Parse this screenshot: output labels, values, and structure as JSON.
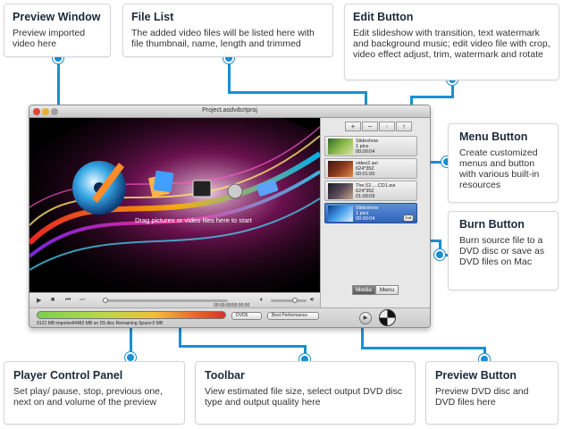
{
  "window": {
    "title": "Project.asdvdcrtproj",
    "drag_hint": "Drag pictures or video files here to start"
  },
  "file_list": {
    "buttons": [
      "+",
      "−",
      "‹",
      "↑"
    ],
    "items": [
      {
        "name": "Slideshow",
        "meta1": "1 pics",
        "meta2": "00:00:04",
        "selected": false
      },
      {
        "name": "video2.avi",
        "meta1": "624*352",
        "meta2": "00:01:00",
        "selected": false
      },
      {
        "name": "The.52.....CD1.avi",
        "meta1": "624*352",
        "meta2": "01:09:09",
        "selected": false
      },
      {
        "name": "Slideshow",
        "meta1": "1 pics",
        "meta2": "00:00:04",
        "selected": true,
        "edit_label": "Edit"
      }
    ]
  },
  "tabs": {
    "media": "Media",
    "menu": "Menu"
  },
  "player": {
    "time": "00:00:00/00:00:00"
  },
  "toolbar": {
    "size_text": "9122 MB imported/4482 MB on D5 disc  Remaining Space:0 MB",
    "disc_type": "DVD5",
    "quality": "Best Performance"
  },
  "callouts": {
    "preview_window": {
      "title": "Preview Window",
      "desc": "Preview imported video here"
    },
    "file_list": {
      "title": "File List",
      "desc": "The added video files will be listed here with file thumbnail, name, length and trimmed"
    },
    "edit_button": {
      "title": "Edit Button",
      "desc": "Edit slideshow with transition, text watermark and background music; edit video file with crop, video effect adjust, trim, watermark and rotate"
    },
    "menu_button": {
      "title": "Menu Button",
      "desc": "Create customized menus and button with various built-in resources"
    },
    "burn_button": {
      "title": "Burn Button",
      "desc": "Burn source file to a DVD disc or save as DVD files on Mac"
    },
    "player_control": {
      "title": "Player Control Panel",
      "desc": "Set play/ pause, stop, previous one, next on and volume of the preview"
    },
    "toolbar": {
      "title": "Toolbar",
      "desc": "View estimated file size, select output DVD disc type and output quality here"
    },
    "preview_button": {
      "title": "Preview Button",
      "desc": "Preview DVD disc and DVD files here"
    }
  },
  "colors": {
    "accent": "#1b8fd1",
    "heading": "#1d2a39"
  }
}
